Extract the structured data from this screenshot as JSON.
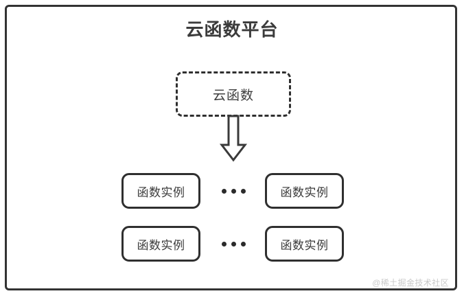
{
  "diagram": {
    "title": "云函数平台",
    "colors": {
      "frame_border": "#333333",
      "box_border": "#2f2f2f",
      "text": "#3a3a3a",
      "title_text": "#3b3b3b",
      "arrow": "#3a3a3a",
      "watermark": "#c9c9c9",
      "background": "#ffffff"
    },
    "cloud_function": {
      "label": "云函数",
      "border_style": "dashed"
    },
    "arrow": {
      "direction": "down",
      "style": "hollow-block-arrow"
    },
    "instance_rows": [
      {
        "left_label": "函数实例",
        "ellipsis": "•••",
        "right_label": "函数实例"
      },
      {
        "left_label": "函数实例",
        "ellipsis": "•••",
        "right_label": "函数实例"
      }
    ],
    "watermark": "@稀土掘金技术社区"
  }
}
